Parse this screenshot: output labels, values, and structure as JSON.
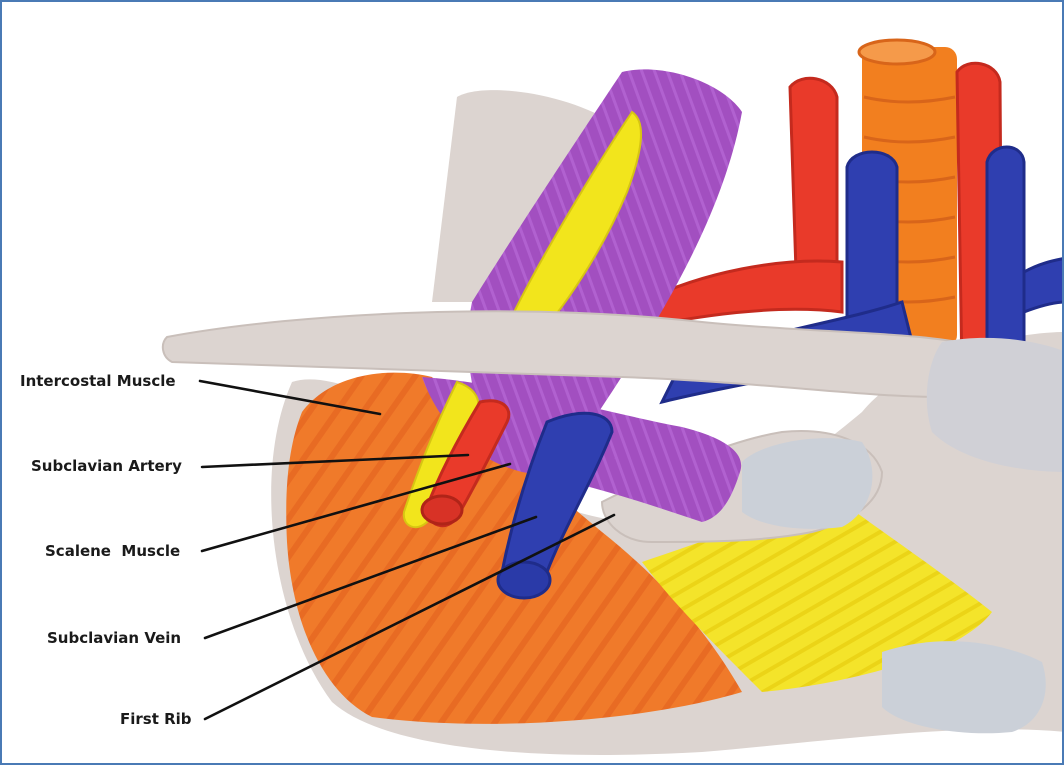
{
  "colors": {
    "frame_border": "#4a7ab5",
    "bone": "#dcd4d0",
    "bone_shadow": "#c9bfba",
    "bone_blue_gray": "#c9ced6",
    "muscle_orange": "#f07a2a",
    "muscle_orange_dark": "#e0601c",
    "scalene_purple": "#a24fc0",
    "nerve_yellow": "#f2e51c",
    "artery_red": "#e93a2a",
    "vein_blue": "#2f3fb0",
    "trachea_orange": "#f27f1f",
    "label_text": "#1a1a1a",
    "leader_line": "#111111"
  },
  "labels": {
    "intercostal_muscle": "Intercostal Muscle",
    "subclavian_artery": "Subclavian Artery",
    "scalene_muscle": "Scalene  Muscle",
    "subclavian_vein": "Subclavian Vein",
    "first_rib": "First Rib"
  }
}
